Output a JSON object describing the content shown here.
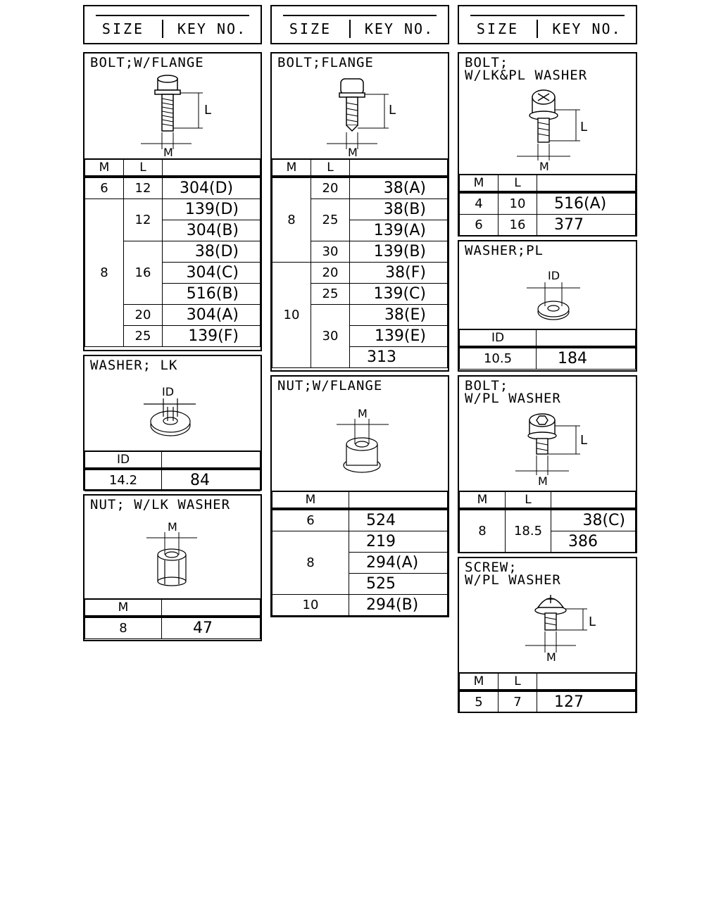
{
  "headers": [
    {
      "size": "SIZE",
      "key": "KEY NO."
    },
    {
      "size": "SIZE",
      "key": "KEY NO."
    },
    {
      "size": "SIZE",
      "key": "KEY NO."
    }
  ],
  "bolt_wflange": {
    "title": "BOLT;W/FLANGE",
    "dim_l": "L",
    "dim_m": "M",
    "cols": [
      "M",
      "L",
      ""
    ],
    "rows": [
      [
        "6",
        "12",
        "304(D)"
      ],
      [
        "8",
        "12",
        "139(D)"
      ],
      [
        "",
        "",
        "304(B)"
      ],
      [
        "",
        "16",
        "38(D)"
      ],
      [
        "",
        "",
        "304(C)"
      ],
      [
        "",
        "",
        "516(B)"
      ],
      [
        "",
        "20",
        "304(A)"
      ],
      [
        "",
        "25",
        "139(F)"
      ]
    ]
  },
  "washer_lk": {
    "title": "WASHER; LK",
    "dim": "ID",
    "cols": [
      "ID",
      ""
    ],
    "rows": [
      [
        "14.2",
        "84"
      ]
    ]
  },
  "nut_wlk": {
    "title": "NUT; W/LK WASHER",
    "dim": "M",
    "cols": [
      "M",
      ""
    ],
    "rows": [
      [
        "8",
        "47"
      ]
    ]
  },
  "bolt_flange": {
    "title": "BOLT;FLANGE",
    "dim_l": "L",
    "dim_m": "M",
    "cols": [
      "M",
      "L",
      ""
    ],
    "rows": [
      [
        "8",
        "20",
        "38(A)"
      ],
      [
        "",
        "25",
        "38(B)"
      ],
      [
        "",
        "",
        "139(A)"
      ],
      [
        "",
        "30",
        "139(B)"
      ],
      [
        "10",
        "20",
        "38(F)"
      ],
      [
        "",
        "25",
        "139(C)"
      ],
      [
        "",
        "30",
        "38(E)"
      ],
      [
        "",
        "",
        "139(E)"
      ],
      [
        "",
        "",
        "313"
      ]
    ]
  },
  "nut_wflange": {
    "title": "NUT;W/FLANGE",
    "dim": "M",
    "cols": [
      "M",
      ""
    ],
    "rows": [
      [
        "6",
        "524"
      ],
      [
        "8",
        "219"
      ],
      [
        "",
        "294(A)"
      ],
      [
        "",
        "525"
      ],
      [
        "10",
        "294(B)"
      ]
    ]
  },
  "bolt_wlkpl": {
    "title": "BOLT;\nW/LK&PL WASHER",
    "dim_l": "L",
    "dim_m": "M",
    "cols": [
      "M",
      "L",
      ""
    ],
    "rows": [
      [
        "4",
        "10",
        "516(A)"
      ],
      [
        "6",
        "16",
        "377"
      ]
    ]
  },
  "washer_pl": {
    "title": "WASHER;PL",
    "dim": "ID",
    "cols": [
      "ID",
      ""
    ],
    "rows": [
      [
        "10.5",
        "184"
      ]
    ]
  },
  "bolt_wpl": {
    "title": "BOLT;\nW/PL WASHER",
    "dim_l": "L",
    "dim_m": "M",
    "cols": [
      "M",
      "L",
      ""
    ],
    "rows": [
      [
        "8",
        "18.5",
        "38(C)"
      ],
      [
        "",
        "",
        "386"
      ]
    ]
  },
  "screw_wpl": {
    "title": "SCREW;\nW/PL WASHER",
    "dim_l": "L",
    "dim_m": "M",
    "cols": [
      "M",
      "L",
      ""
    ],
    "rows": [
      [
        "5",
        "7",
        "127"
      ]
    ]
  }
}
